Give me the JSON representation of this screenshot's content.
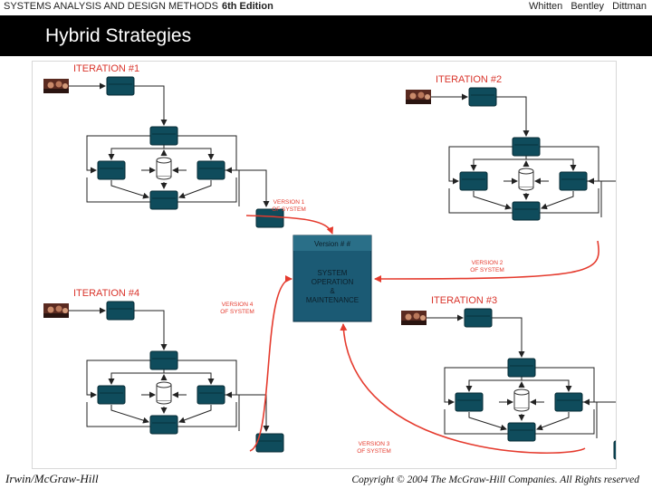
{
  "header": {
    "book_title": "SYSTEMS ANALYSIS AND DESIGN METHODS",
    "edition": "6th Edition",
    "authors": "Whitten Bentley Dittman"
  },
  "slide": {
    "title": "Hybrid Strategies"
  },
  "diagram": {
    "iterations": [
      "ITERATION #1",
      "ITERATION #2",
      "ITERATION #4",
      "ITERATION #3"
    ],
    "versions": [
      "VERSION 1 OF SYSTEM",
      "VERSION 2 OF SYSTEM",
      "VERSION 4 OF SYSTEM",
      "VERSION 3 OF SYSTEM"
    ],
    "central_header": "Version # #",
    "central_body": [
      "SYSTEM",
      "OPERATION",
      "&",
      "MAINTENANCE"
    ],
    "colors": {
      "box_fill": "#0f4c5c",
      "box_stroke": "#062a33",
      "label_red": "#d9342b",
      "arrow": "#222222"
    }
  },
  "footer": {
    "left": "Irwin/McGraw-Hill",
    "right": "Copyright © 2004 The McGraw-Hill Companies. All Rights reserved"
  }
}
